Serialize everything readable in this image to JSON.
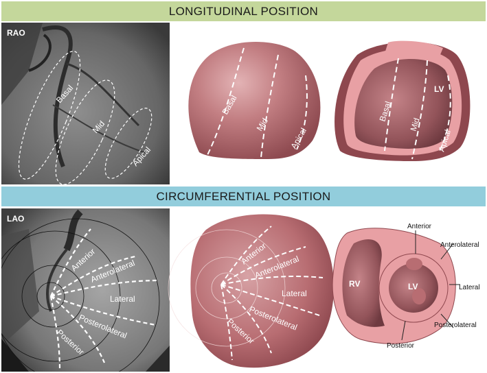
{
  "headers": {
    "longitudinal": "LONGITUDINAL POSITION",
    "circumferential": "CIRCUMFERENTIAL POSITION"
  },
  "views": {
    "rao": "RAO",
    "lao": "LAO"
  },
  "longitudinal_labels": {
    "basal": "Basal",
    "mid": "Mid",
    "apical": "Apical",
    "lv": "LV"
  },
  "circumferential_labels": {
    "anterior": "Anterior",
    "anterolateral": "Anterolateral",
    "lateral": "Lateral",
    "posterolateral": "Posterolateral",
    "posterior": "Posterior",
    "rv": "RV",
    "lv": "LV"
  },
  "colors": {
    "longitudinal_banner": "#c4d79b",
    "circumferential_banner": "#92cddc",
    "heart_surface": "#b86d72",
    "heart_cut_surface": "#e8a0a4",
    "angiogram_gray": "#6e6e6e"
  }
}
